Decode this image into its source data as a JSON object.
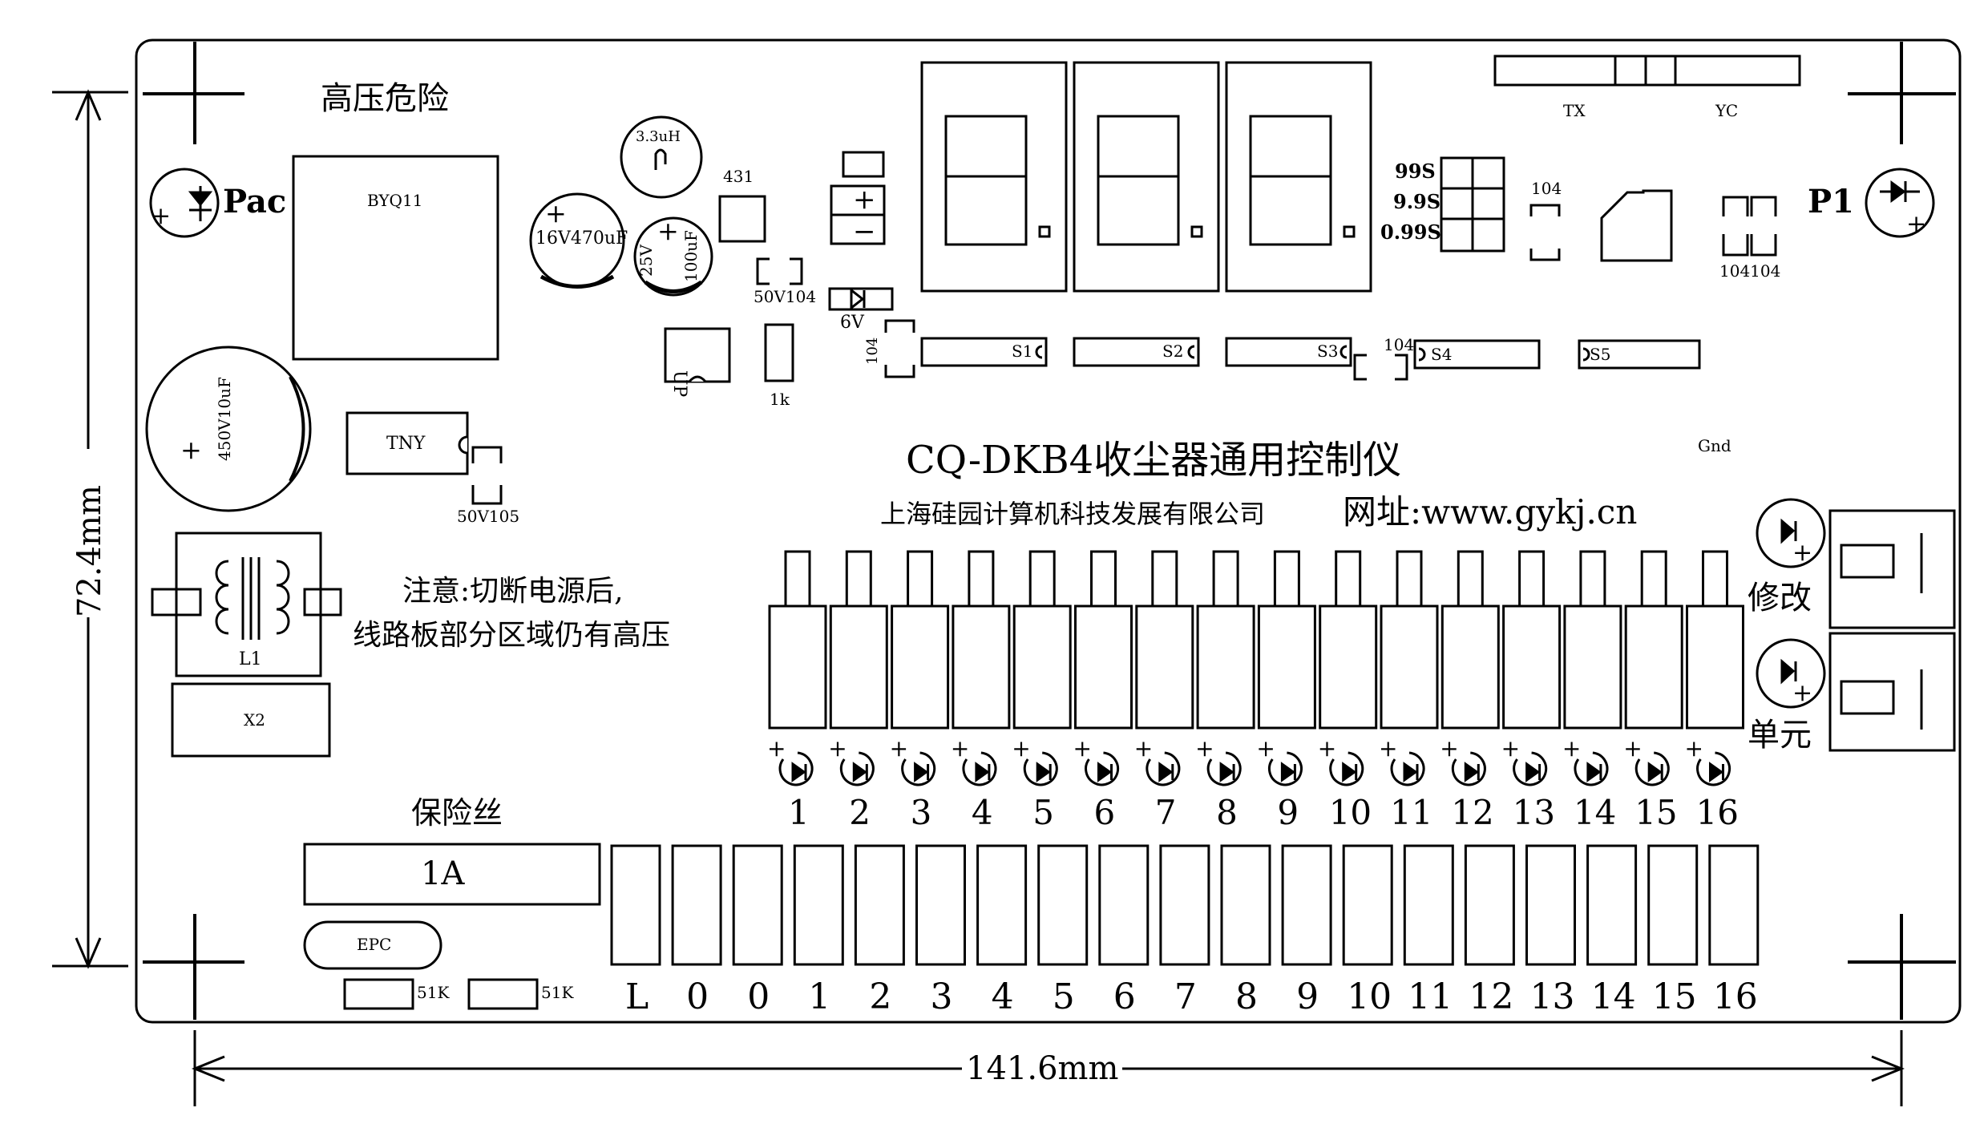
{
  "board": {
    "title": "CQ-DKB4收尘器通用控制仪",
    "company": "上海硅园计算机科技发展有限公司",
    "website": "网址:www.gykj.cn",
    "warning_top": "高压危险",
    "notice_line1": "注意:切断电源后,",
    "notice_line2": "线路板部分区域仍有高压",
    "fuse_label": "保险丝",
    "fuse_value": "1A"
  },
  "dimensions": {
    "width": "141.6mm",
    "height": "72.4mm"
  },
  "components": {
    "pac": "Pac",
    "p1": "P1",
    "byq": "BYQ11",
    "inductor": "3.3uH",
    "cap_big": "16V470uF",
    "cap_small_v": "25V",
    "cap_small_c": "100uF",
    "ref431": "431",
    "cap_50v104": "50V104",
    "diode6v": "6V",
    "up": "UP",
    "res1k": "1k",
    "cap104_left": "104",
    "cap104_s3": "104",
    "cap104_right": "104",
    "cap104104": "104104",
    "cap450": "450V10uF",
    "tny": "TNY",
    "cap50v105": "50V105",
    "l1": "L1",
    "x2": "X2",
    "epc": "EPC",
    "r51k_1": "51K",
    "r51k_2": "51K",
    "gnd": "Gnd",
    "tx": "TX",
    "yc": "YC",
    "plus": "+",
    "minus": "−"
  },
  "switches": [
    "S1",
    "S2",
    "S3",
    "S4",
    "S5"
  ],
  "time_select": [
    "99S",
    "9.9S",
    "0.99S"
  ],
  "buttons": {
    "modify": "修改",
    "unit": "单元"
  },
  "channels": [
    "1",
    "2",
    "3",
    "4",
    "5",
    "6",
    "7",
    "8",
    "9",
    "10",
    "11",
    "12",
    "13",
    "14",
    "15",
    "16"
  ],
  "terminals": [
    "L",
    "0",
    "0",
    "1",
    "2",
    "3",
    "4",
    "5",
    "6",
    "7",
    "8",
    "9",
    "10",
    "11",
    "12",
    "13",
    "14",
    "15",
    "16"
  ]
}
